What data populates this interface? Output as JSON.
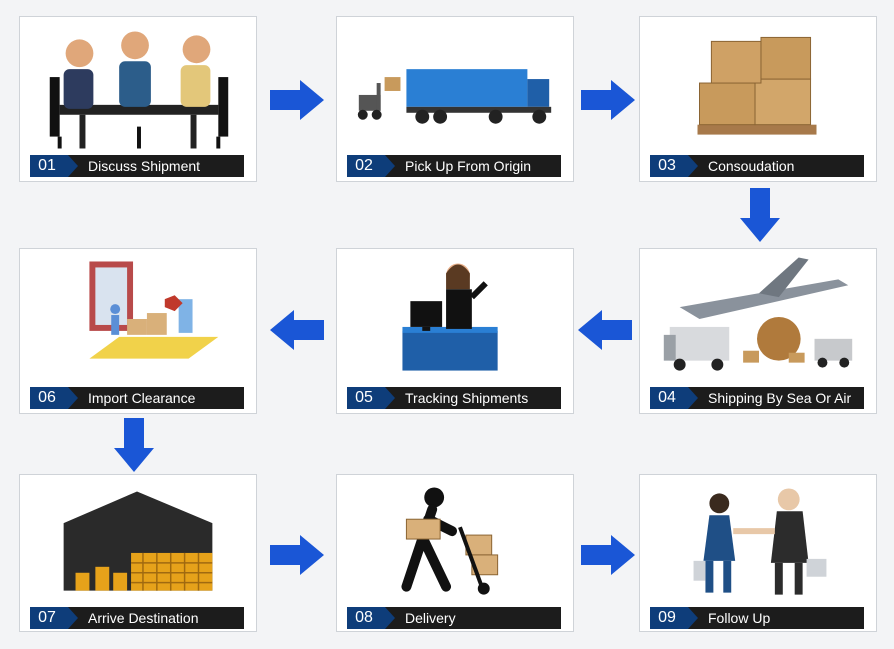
{
  "steps": [
    {
      "num": "01",
      "label": "Discuss Shipment",
      "icon": "meeting-icon"
    },
    {
      "num": "02",
      "label": "Pick Up From Origin",
      "icon": "truck-icon"
    },
    {
      "num": "03",
      "label": "Consoudation",
      "icon": "boxes-icon"
    },
    {
      "num": "04",
      "label": "Shipping By Sea Or Air",
      "icon": "plane-truck-icon"
    },
    {
      "num": "05",
      "label": "Tracking Shipments",
      "icon": "operator-icon"
    },
    {
      "num": "06",
      "label": "Import Clearance",
      "icon": "customs-icon"
    },
    {
      "num": "07",
      "label": "Arrive Destination",
      "icon": "warehouse-icon"
    },
    {
      "num": "08",
      "label": "Delivery",
      "icon": "delivery-man-icon"
    },
    {
      "num": "09",
      "label": "Follow Up",
      "icon": "handshake-icon"
    }
  ],
  "colors": {
    "arrow": "#1a56d6",
    "number_bg": "#0e3d7a",
    "label_bg": "#1c1c1c",
    "truck_blue": "#2a7fd4",
    "box_tan": "#c89a5c"
  }
}
